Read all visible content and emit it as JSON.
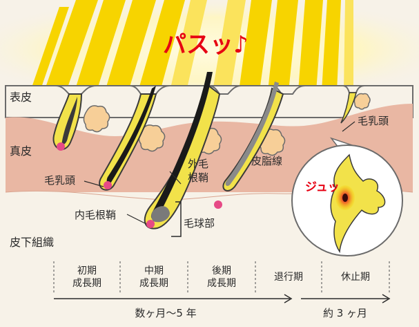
{
  "exclamation": "パスッ♪",
  "zap": "ジュッ",
  "layers": {
    "epidermis": "表皮",
    "dermis": "真皮",
    "subcutis": "皮下組織"
  },
  "labels": {
    "papilla_left": "毛乳頭",
    "papilla_right": "毛乳頭",
    "inner_root_sheath": "内毛根鞘",
    "outer_root_sheath_1": "外毛",
    "outer_root_sheath_2": "根鞘",
    "bulb": "毛球部",
    "sebaceous_gland": "皮脂線"
  },
  "phases": [
    {
      "line1": "初期",
      "line2": "成長期"
    },
    {
      "line1": "中期",
      "line2": "成長期"
    },
    {
      "line1": "後期",
      "line2": "成長期"
    },
    {
      "line1": "退行期",
      "line2": ""
    },
    {
      "line1": "休止期",
      "line2": ""
    }
  ],
  "timeline": {
    "growth_duration": "数ヶ月〜5 年",
    "rest_duration": "約 3 ヶ月"
  },
  "colors": {
    "background": "#f7f2e8",
    "beam": "#f7d400",
    "beam_light": "#fff5a8",
    "dermis": "#e9b7a3",
    "sheath": "#f2e24a",
    "hair": "#1a1a1a",
    "gland": "#f7cf98",
    "papilla": "#e64a86",
    "exclamation": "#e60012"
  }
}
